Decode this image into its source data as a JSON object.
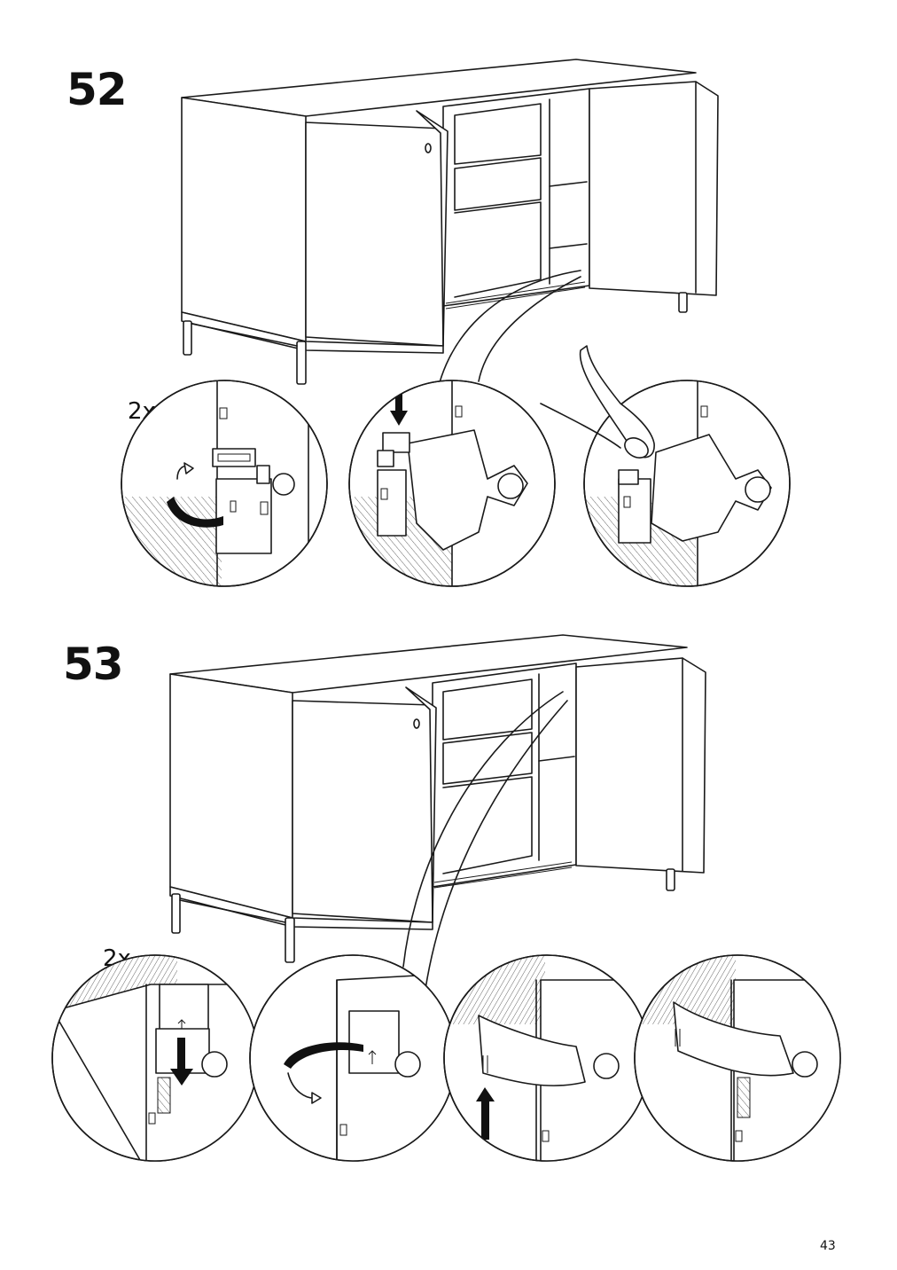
{
  "steps": [
    {
      "number": "52",
      "multiplier": "2x"
    },
    {
      "number": "53",
      "multiplier": "2x"
    }
  ],
  "page": {
    "number": "43"
  },
  "icons": [
    "sideboard-open-doors-illustration",
    "hinge-detail-circle",
    "push-down-arrow-icon",
    "rotate-arrow-icon",
    "push-up-arrow-icon",
    "finger-press-illustration"
  ]
}
